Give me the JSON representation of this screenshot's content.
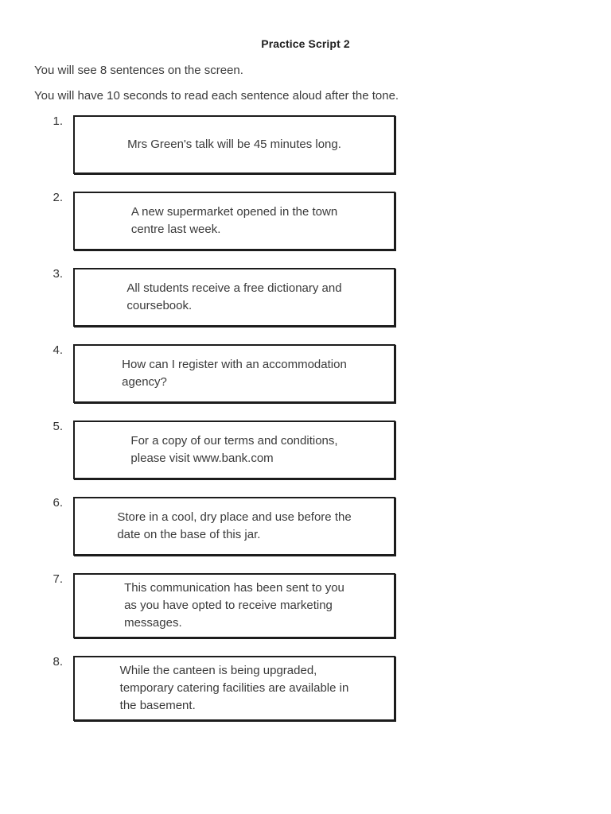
{
  "page": {
    "title": "Practice Script 2",
    "instructions": [
      "You will see 8 sentences on the screen.",
      "You will have 10 seconds to read each sentence aloud after the tone."
    ],
    "sentences": [
      {
        "number": "1.",
        "lines": [
          "Mrs Green's talk will be 45 minutes long."
        ]
      },
      {
        "number": "2.",
        "lines": [
          "A new supermarket opened in the town",
          "centre last week."
        ]
      },
      {
        "number": "3.",
        "lines": [
          "All students receive a free dictionary and",
          "coursebook."
        ]
      },
      {
        "number": "4.",
        "lines": [
          "How can I register with an accommodation",
          "agency?"
        ]
      },
      {
        "number": "5.",
        "lines": [
          "For a copy of our terms and conditions,",
          "please visit www.bank.com"
        ]
      },
      {
        "number": "6.",
        "lines": [
          "Store in a cool, dry place and use before the",
          "date on the base of this jar."
        ]
      },
      {
        "number": "7.",
        "lines": [
          "This communication has been sent to you",
          "as you have opted to receive marketing",
          "messages."
        ]
      },
      {
        "number": "8.",
        "lines": [
          "While the canteen is being upgraded,",
          "temporary catering facilities are available in",
          "the basement."
        ]
      }
    ],
    "colors": {
      "background": "#ffffff",
      "text": "#3a3a3a",
      "title_text": "#212121",
      "box_border": "#1c1c1c"
    }
  }
}
